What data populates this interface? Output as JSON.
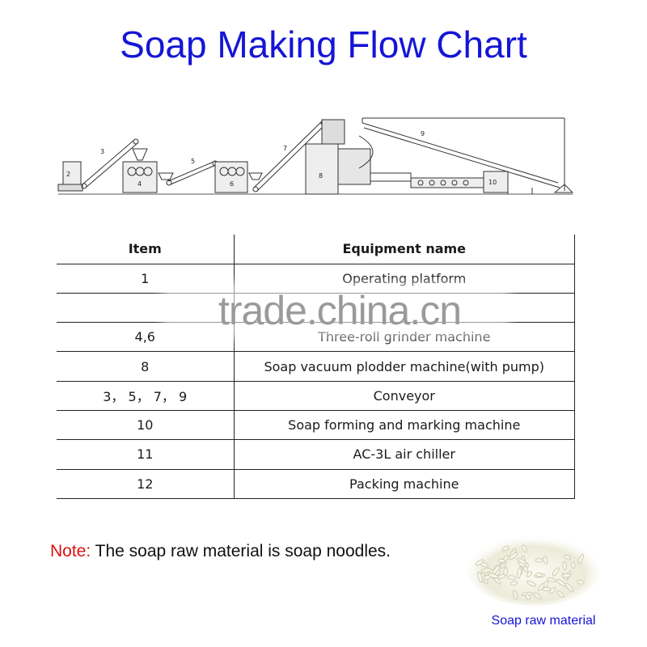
{
  "title": "Soap Making Flow Chart",
  "diagram": {
    "labels": [
      "2",
      "3",
      "4",
      "5",
      "6",
      "7",
      "8",
      "9",
      "10"
    ]
  },
  "table": {
    "headers": {
      "item": "Item",
      "name": "Equipment name"
    },
    "rows": [
      {
        "item": "1",
        "name": "Operating platform"
      },
      {
        "item": "",
        "name": ""
      },
      {
        "item": "4,6",
        "name": "Three-roll grinder machine"
      },
      {
        "item": "8",
        "name": "Soap vacuum plodder machine(with pump)"
      },
      {
        "item": "3， 5， 7， 9",
        "name": "Conveyor"
      },
      {
        "item": "10",
        "name": "Soap forming and marking machine"
      },
      {
        "item": "11",
        "name": "AC-3L air chiller"
      },
      {
        "item": "12",
        "name": "Packing machine"
      }
    ]
  },
  "watermark": "trade.china.cn",
  "note": {
    "label": "Note:",
    "text": " The soap raw material is soap noodles."
  },
  "image_caption": "Soap raw material"
}
